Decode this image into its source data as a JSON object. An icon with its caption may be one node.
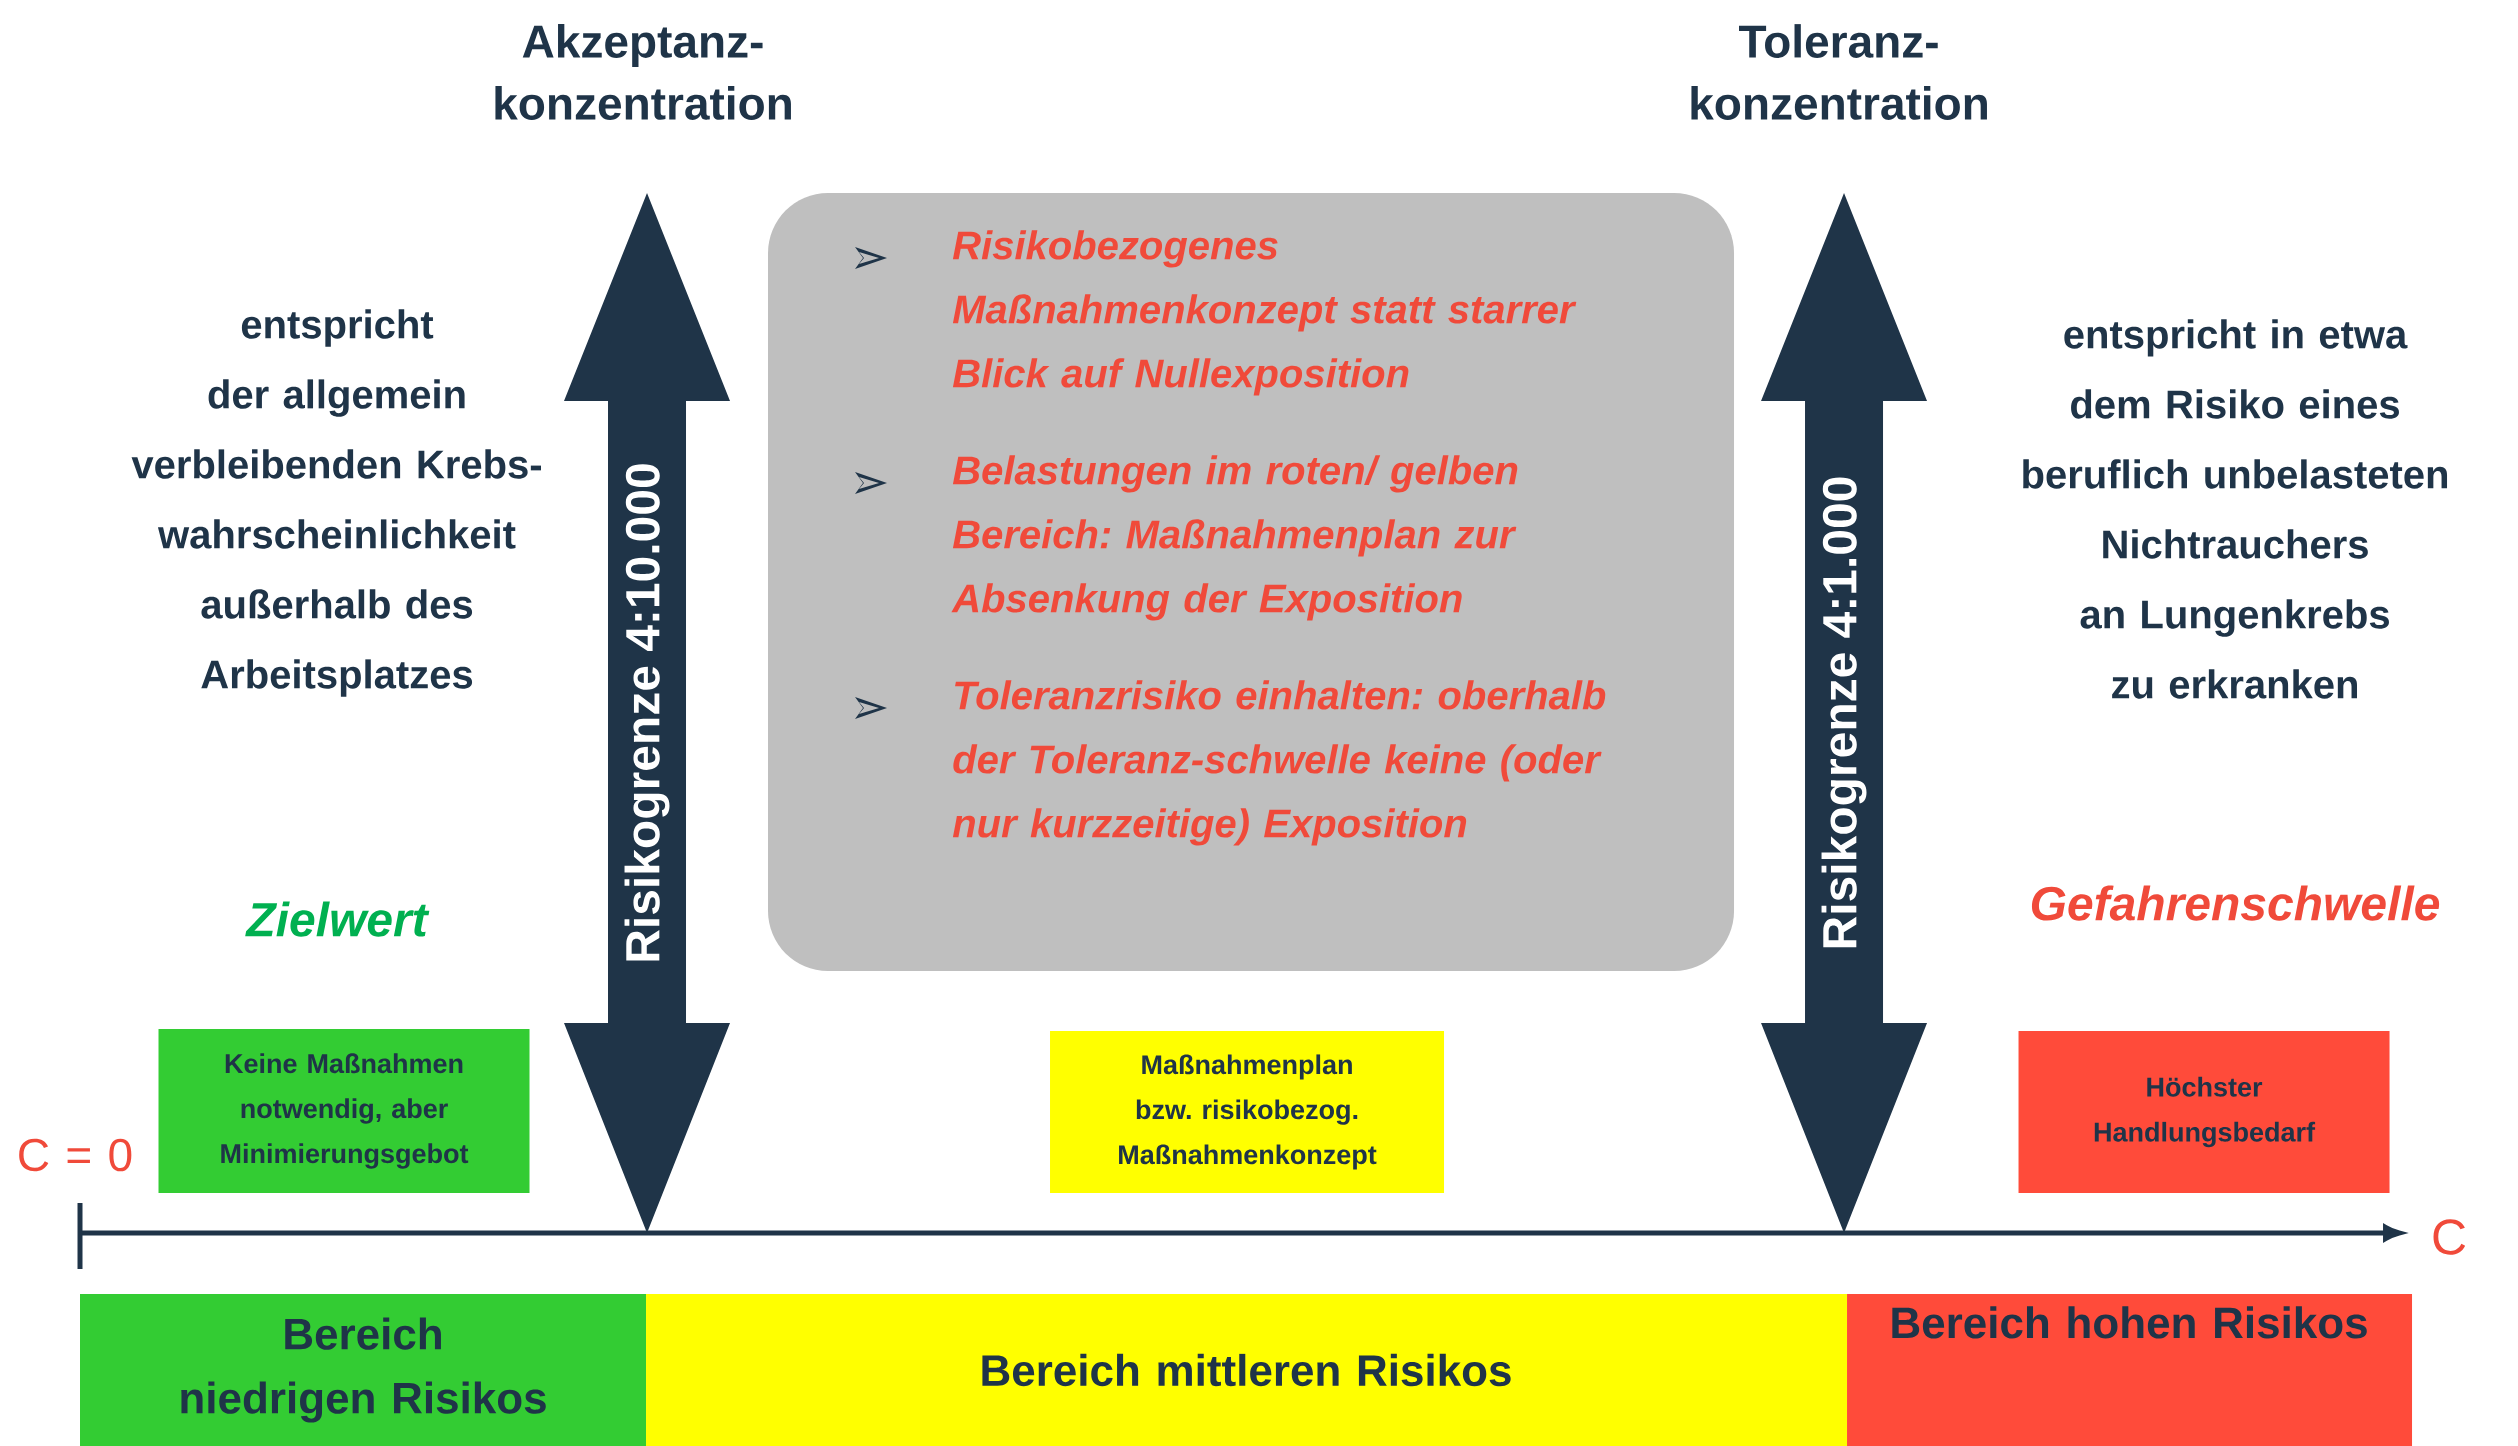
{
  "diagram": {
    "nodes": [
      {
        "text": [
          "Risikobezogenes Maßnahmenkonzept statt starrer Blick auf Nullexposition",
          "Belastungen im roten/ gelben Bereich: Maßnahmenplan zur Absenkung der Exposition",
          "Toleranzrisiko einhalten: oberhalb der Toleranz-schwelle keine (oder nur kurzzeitige) Exposition"
        ]
      },
      {
        "text": [
          "Risikogrenze 4:10.000"
        ]
      },
      {
        "text": [
          "Risikogrenze 4:1.000"
        ]
      },
      {
        "text": [
          "Keine Maßnahmen notwendig, aber Minimierungsgebot"
        ]
      },
      {
        "text": [
          "Maßnahmenplan bzw. risikobezog. Maßnahmenkonzept"
        ]
      },
      {
        "text": [
          "Höchster Handlungsbedarf"
        ]
      },
      {
        "text": [
          "Bereich niedrigen Risikos"
        ]
      },
      {
        "text": [
          "Bereich mittleren Risikos"
        ]
      },
      {
        "text": [
          "Bereich hohen Risikos"
        ]
      }
    ],
    "labels": [
      "Akzeptanz- konzentration",
      "Toleranz- konzentration",
      "entspricht der allgemein verbleibenden Krebs- wahrscheinlichkeit außerhalb des Arbeitsplatzes",
      "entspricht in etwa dem Risiko eines beruflich unbelasteten Nichtrauchers an Lungenkrebs zu erkranken",
      "Zielwert",
      "Gefahrenschwelle",
      "C = 0",
      "C"
    ]
  }
}
